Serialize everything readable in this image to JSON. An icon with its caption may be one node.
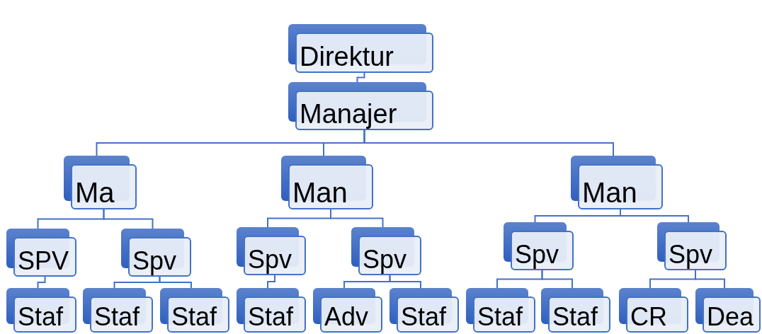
{
  "diagram": {
    "nodes": [
      {
        "text": [
          "Direktur"
        ]
      },
      {
        "text": [
          "Manajer"
        ]
      },
      {
        "text": [
          "Ma"
        ]
      },
      {
        "text": [
          "Man"
        ]
      },
      {
        "text": [
          "Man"
        ]
      },
      {
        "text": [
          "SPV"
        ]
      },
      {
        "text": [
          "Spv"
        ]
      },
      {
        "text": [
          "Spv"
        ]
      },
      {
        "text": [
          "Spv"
        ]
      },
      {
        "text": [
          "Spv"
        ]
      },
      {
        "text": [
          "Spv"
        ]
      },
      {
        "text": [
          "Staf"
        ]
      },
      {
        "text": [
          "Staf"
        ]
      },
      {
        "text": [
          "Staf"
        ]
      },
      {
        "text": [
          "Staf"
        ]
      },
      {
        "text": [
          "Adv"
        ]
      },
      {
        "text": [
          "Staf"
        ]
      },
      {
        "text": [
          "Staf"
        ]
      },
      {
        "text": [
          "Staf"
        ]
      },
      {
        "text": [
          "CR"
        ]
      },
      {
        "text": [
          "Dea"
        ]
      }
    ],
    "edges": [
      {
        "from": 0,
        "to": 1,
        "arrow": "none"
      },
      {
        "from": 1,
        "to": 2,
        "arrow": "none"
      },
      {
        "from": 1,
        "to": 3,
        "arrow": "none"
      },
      {
        "from": 1,
        "to": 4,
        "arrow": "none"
      },
      {
        "from": 2,
        "to": 5,
        "arrow": "none"
      },
      {
        "from": 2,
        "to": 6,
        "arrow": "none"
      },
      {
        "from": 3,
        "to": 7,
        "arrow": "none"
      },
      {
        "from": 3,
        "to": 8,
        "arrow": "none"
      },
      {
        "from": 4,
        "to": 9,
        "arrow": "none"
      },
      {
        "from": 4,
        "to": 10,
        "arrow": "none"
      },
      {
        "from": 5,
        "to": 11,
        "arrow": "none"
      },
      {
        "from": 6,
        "to": 12,
        "arrow": "none"
      },
      {
        "from": 6,
        "to": 13,
        "arrow": "none"
      },
      {
        "from": 7,
        "to": 14,
        "arrow": "none"
      },
      {
        "from": 8,
        "to": 15,
        "arrow": "none"
      },
      {
        "from": 8,
        "to": 16,
        "arrow": "none"
      },
      {
        "from": 9,
        "to": 17,
        "arrow": "none"
      },
      {
        "from": 9,
        "to": 18,
        "arrow": "none"
      },
      {
        "from": 10,
        "to": 19,
        "arrow": "none"
      },
      {
        "from": 10,
        "to": 20,
        "arrow": "none"
      }
    ]
  }
}
